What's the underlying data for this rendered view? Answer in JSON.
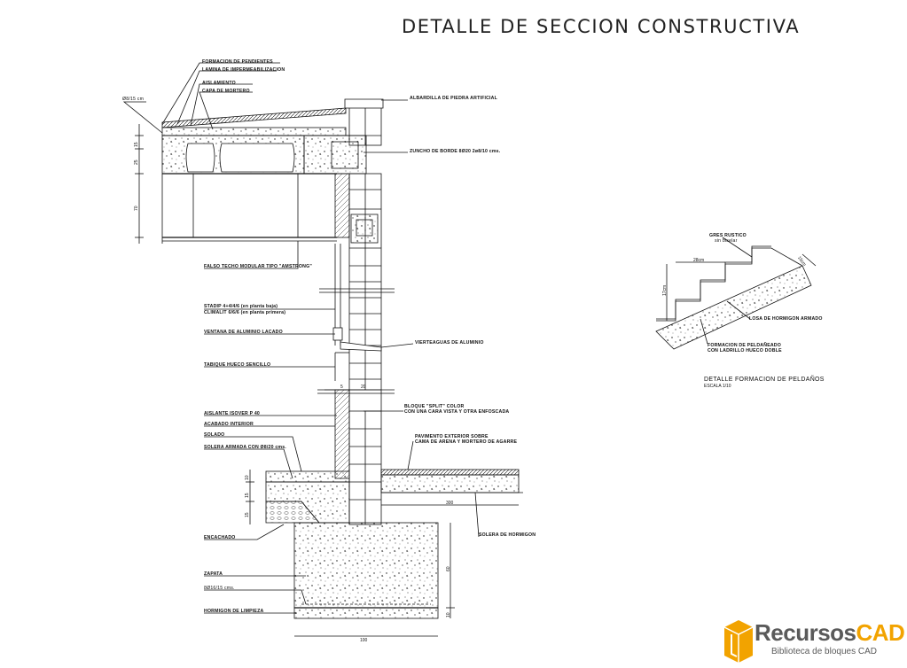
{
  "title": "DETALLE DE SECCION CONSTRUCTIVA",
  "labels": {
    "formacion_pendientes": "FORMACION DE PENDIENTES",
    "lamina_impermeabilizacion": "LAMINA DE IMPERMEABILIZACION",
    "aislamiento": "AISLAMIENTO",
    "capa_mortero": "CAPA DE MORTERO",
    "malla": "Ø8/15 cm",
    "albardilla": "ALBARDILLA DE PIEDRA ARTIFICIAL",
    "zuncho": "ZUNCHO DE BORDE 8Ø20  2ø8/10 cms.",
    "falso_techo": "FALSO TECHO MODULAR TIPO \"AMSTRONG\"",
    "stadip": "STADIP 4+4/4/6 (en planta baja)",
    "climalit": "CLIMALIT 6/6/6 (en planta primera)",
    "ventana": "VENTANA DE ALUMINIO LACADO",
    "vierteaguas": "VIERTEAGUAS DE ALUMINIO",
    "tabique": "TABIQUE HUECO SENCILLO",
    "bloque_1": "BLOQUE \"SPLIT\" COLOR",
    "bloque_2": "CON UNA CARA VISTA Y OTRA ENFOSCADA",
    "aislante": "AISLANTE ISOVER P 40",
    "acabado": "ACABADO INTERIOR",
    "solado": "SOLADO",
    "solera_armada": "SOLERA ARMADA CON Ø8/20 cms.",
    "pavimento_1": "PAVIMENTO EXTERIOR SOBRE",
    "pavimento_2": "CAMA DE ARENA Y MORTERO DE AGARRE",
    "encachado": "ENCACHADO",
    "solera_hormigon": "SOLERA DE HORMIGON",
    "zapata": "ZAPATA",
    "zapata_armado": "8Ø16/15 cms.",
    "hormigon_limpieza": "HORMIGON DE LIMPIEZA"
  },
  "dims": {
    "d_top": "15",
    "d_mid": "25",
    "d_low": "70",
    "d_wall_a": "5",
    "d_wall_b": "20",
    "d_sol_a": "10",
    "d_sol_b": "15",
    "d_sol_c": "15",
    "d_ext": "300",
    "d_zap_h": "60",
    "d_zap_l": "10",
    "d_zap_w": "100"
  },
  "stair": {
    "title": "DETALLE FORMACION DE PELDAÑOS",
    "scale": "ESCALA 1/10",
    "gres": "GRES RUSTICO",
    "gres_sub": "sin biselar",
    "huella": "28cm",
    "contrahuella": "17cm",
    "losa": "LOSA DE HORMIGON ARMADO",
    "formacion_1": "FORMACION DE PELDAÑEADO",
    "formacion_2": "CON LADRILLO HUECO DOBLE",
    "espesor": "15cm"
  },
  "brand": {
    "name_a": "Recursos",
    "name_b": "CAD",
    "tagline": "Biblioteca de bloques CAD"
  },
  "colors": {
    "line": "#111111",
    "brand_orange": "#f2a300",
    "brand_gray": "#5a5a5a"
  }
}
